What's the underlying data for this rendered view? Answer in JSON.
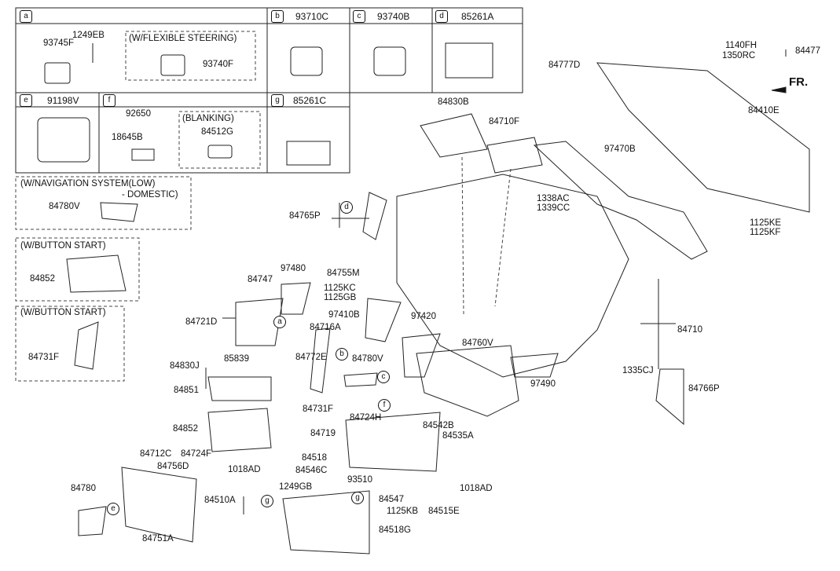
{
  "panels": {
    "a": {
      "key": "a",
      "part": "",
      "labels": {
        "p1": "93745F",
        "p2": "1249EB",
        "flex": "(W/FLEXIBLE STEERING)",
        "p3": "93740F"
      }
    },
    "b": {
      "key": "b",
      "part": "93710C"
    },
    "c": {
      "key": "c",
      "part": "93740B"
    },
    "d": {
      "key": "d",
      "part": "85261A"
    },
    "e": {
      "key": "e",
      "part": "91198V"
    },
    "f": {
      "key": "f",
      "part": "",
      "labels": {
        "p1": "92650",
        "p2": "18645B",
        "blank": "(BLANKING)",
        "p3": "84512G"
      }
    },
    "g": {
      "key": "g",
      "part": "85261C"
    }
  },
  "variants": {
    "nav": {
      "title_1": "(W/NAVIGATION SYSTEM(LOW)",
      "title_2": "- DOMESTIC)",
      "part": "84780V"
    },
    "button1": {
      "title": "(W/BUTTON START)",
      "part": "84852"
    },
    "button2": {
      "title": "(W/BUTTON START)",
      "part": "84731F"
    }
  },
  "direction": "FR.",
  "callouts": [
    "a",
    "b",
    "c",
    "d",
    "e",
    "f",
    "g"
  ],
  "parts": {
    "p84777D": "84777D",
    "p1140FH": "1140FH",
    "p1350RC": "1350RC",
    "p84477": "84477",
    "p84830B": "84830B",
    "p84710F": "84710F",
    "p84410E": "84410E",
    "p97470B": "97470B",
    "p1338AC": "1338AC",
    "p1339CC": "1339CC",
    "p84765P": "84765P",
    "p1125KE": "1125KE",
    "p1125KF": "1125KF",
    "p84747": "84747",
    "p97480": "97480",
    "p84755M": "84755M",
    "p1125KC": "1125KC",
    "p1125GB": "1125GB",
    "p84721D": "84721D",
    "p97410B": "97410B",
    "p84716A": "84716A",
    "p97420": "97420",
    "p84710": "84710",
    "p84760V": "84760V",
    "p84772E": "84772E",
    "p84830J": "84830J",
    "p85839": "85839",
    "p84780V": "84780V",
    "p97490": "97490",
    "p1335CJ": "1335CJ",
    "p84851": "84851",
    "p84731F": "84731F",
    "p84724H": "84724H",
    "p84766P": "84766P",
    "p84852": "84852",
    "p84719": "84719",
    "p84542B": "84542B",
    "p84535A": "84535A",
    "p84518": "84518",
    "p84712C": "84712C",
    "p84724F": "84724F",
    "p84546C": "84546C",
    "p84756D": "84756D",
    "p1018AD_a": "1018AD",
    "p93510": "93510",
    "p1018AD_b": "1018AD",
    "p84780": "84780",
    "p1249GB": "1249GB",
    "p84510A": "84510A",
    "p84547": "84547",
    "p1125KB": "1125KB",
    "p84515E": "84515E",
    "p84751A": "84751A",
    "p84518G": "84518G"
  }
}
